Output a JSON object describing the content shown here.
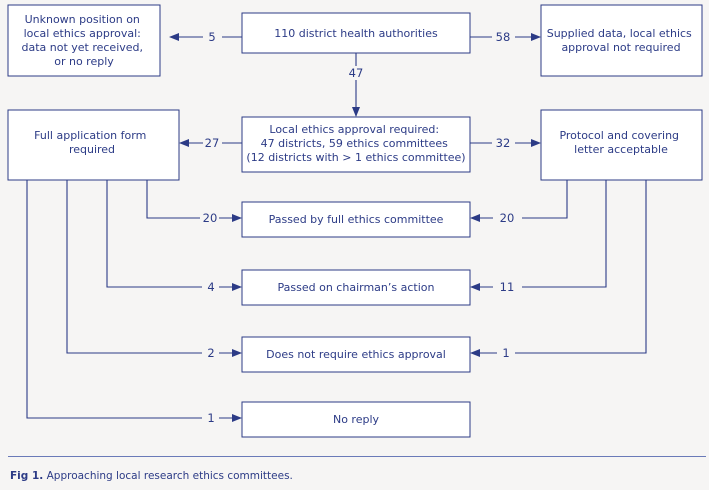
{
  "boxes": {
    "top_center": [
      "110 district health authorities"
    ],
    "top_left": [
      "Unknown position on",
      "local ethics approval:",
      "data not yet received,",
      "or no reply"
    ],
    "top_right": [
      "Supplied data, local ethics",
      "approval not required"
    ],
    "middle_center": [
      "Local ethics approval required:",
      "47 districts, 59 ethics committees",
      "(12 districts with > 1 ethics committee)"
    ],
    "middle_left": [
      "Full application form",
      "required"
    ],
    "middle_right": [
      "Protocol and covering",
      "letter acceptable"
    ],
    "outcome_full_committee": [
      "Passed by full ethics committee"
    ],
    "outcome_chairman": [
      "Passed on chairman’s action"
    ],
    "outcome_not_required": [
      "Does not require ethics approval"
    ],
    "outcome_no_reply": [
      "No reply"
    ]
  },
  "numbers": {
    "unknown": "5",
    "supplied": "58",
    "required": "47",
    "full_form": "27",
    "protocol": "32",
    "full_committee_from_form": "20",
    "full_committee_from_protocol": "20",
    "chairman_from_form": "4",
    "chairman_from_protocol": "11",
    "not_required_from_form": "2",
    "not_required_from_protocol": "1",
    "no_reply_from_form": "1"
  },
  "caption": {
    "label": "Fig 1.",
    "text": "Approaching local research ethics committees."
  },
  "colors": {
    "ink": "#2c3b86",
    "page": "#f6f5f4",
    "box_fill": "#ffffff"
  }
}
